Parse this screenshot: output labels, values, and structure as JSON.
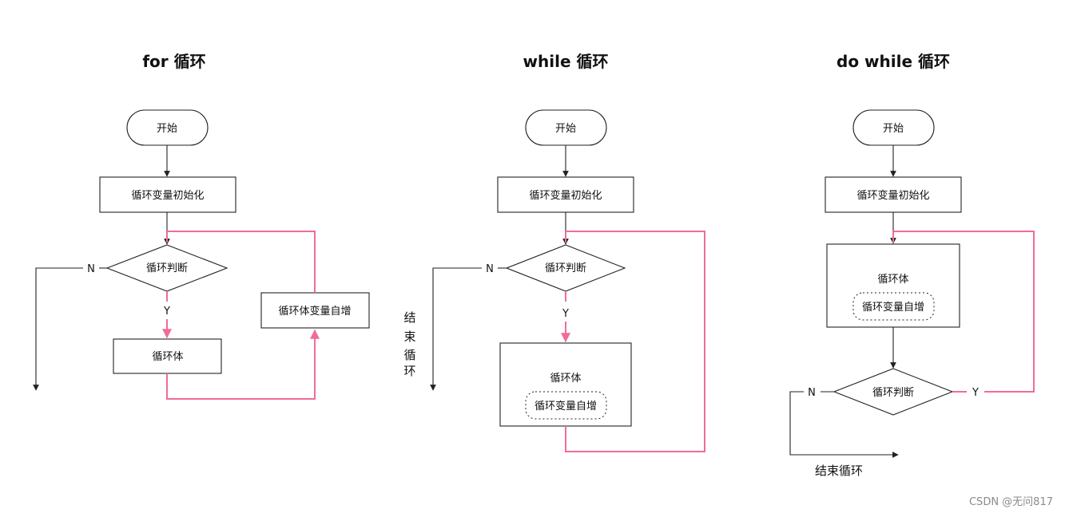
{
  "for_loop": {
    "title": "for 循环",
    "start": "开始",
    "init": "循环变量初始化",
    "condition": "循环判断",
    "no": "N",
    "yes": "Y",
    "body": "循环体",
    "increment": "循环体变量自增"
  },
  "while_loop": {
    "title": "while 循环",
    "start": "开始",
    "init": "循环变量初始化",
    "condition": "循环判断",
    "no": "N",
    "yes": "Y",
    "body": "循环体",
    "increment": "循环变量自增",
    "end_chars": [
      "结",
      "束",
      "循",
      "环"
    ]
  },
  "do_while_loop": {
    "title": "do while 循环",
    "start": "开始",
    "init": "循环变量初始化",
    "body": "循环体",
    "increment": "循环变量自增",
    "condition": "循环判断",
    "no": "N",
    "yes": "Y",
    "end": "结束循环"
  },
  "watermark": "CSDN @无问817",
  "colors": {
    "loop_line": "#f06c96",
    "line": "#222222"
  }
}
